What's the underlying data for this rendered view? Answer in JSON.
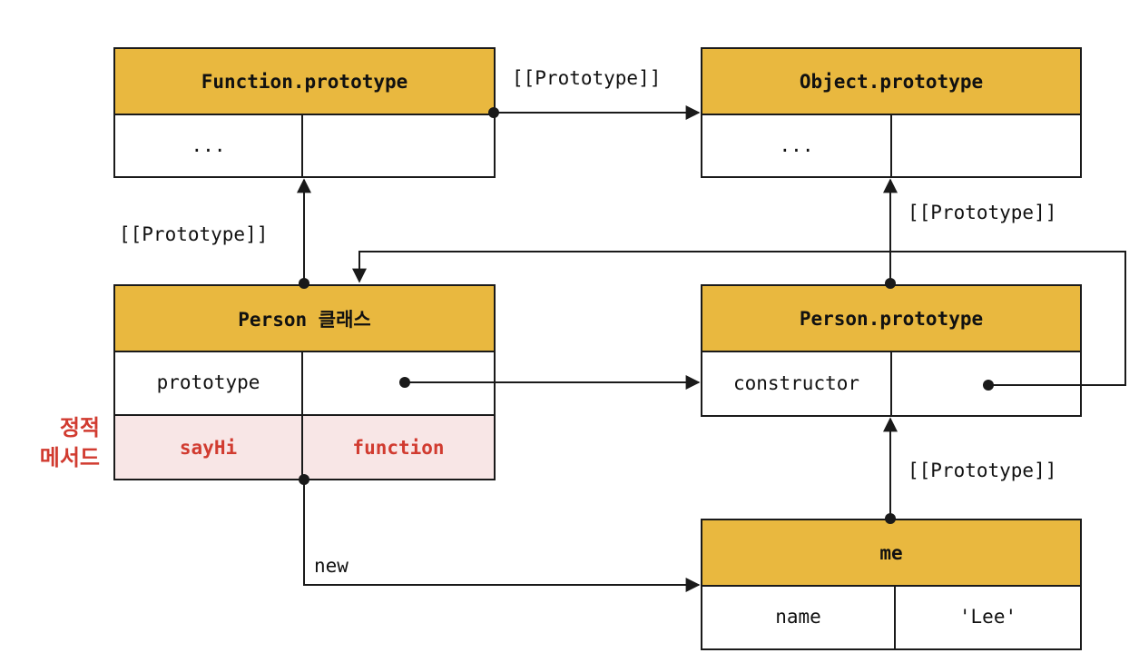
{
  "boxes": {
    "function_prototype": {
      "title": "Function.prototype",
      "left_cell": "..."
    },
    "object_prototype": {
      "title": "Object.prototype",
      "left_cell": "..."
    },
    "person_class": {
      "title": "Person 클래스",
      "row1_key": "prototype",
      "row2_key": "sayHi",
      "row2_value": "function"
    },
    "person_prototype": {
      "title": "Person.prototype",
      "row1_key": "constructor"
    },
    "me": {
      "title": "me",
      "row1_key": "name",
      "row1_value": "'Lee'"
    }
  },
  "labels": {
    "proto_top": "[[Prototype]]",
    "proto_left": "[[Prototype]]",
    "proto_right_upper": "[[Prototype]]",
    "proto_right_lower": "[[Prototype]]",
    "new": "new"
  },
  "side_label": {
    "line1": "정적",
    "line2": "메서드"
  },
  "colors": {
    "header": "#e9b83f",
    "static_row": "#f8e6e6",
    "accent_red": "#d13b30"
  }
}
